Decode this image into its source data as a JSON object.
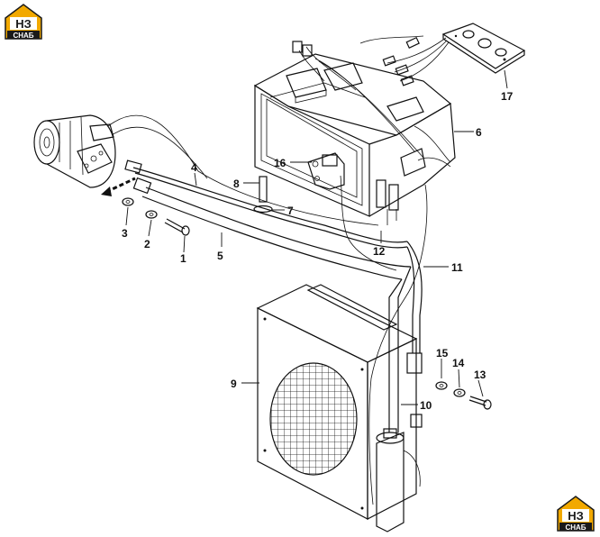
{
  "logo": {
    "letters": "НЗ",
    "wordmark": "СНАБ",
    "accent_color": "#f2a900",
    "dark_color": "#1a1a1a"
  },
  "callouts": [
    {
      "id": "1",
      "text": "1"
    },
    {
      "id": "2",
      "text": "2"
    },
    {
      "id": "3",
      "text": "3"
    },
    {
      "id": "4",
      "text": "4"
    },
    {
      "id": "5",
      "text": "5"
    },
    {
      "id": "6",
      "text": "6"
    },
    {
      "id": "7",
      "text": "7"
    },
    {
      "id": "8",
      "text": "8"
    },
    {
      "id": "9",
      "text": "9"
    },
    {
      "id": "10",
      "text": "10"
    },
    {
      "id": "11",
      "text": "11"
    },
    {
      "id": "12",
      "text": "12"
    },
    {
      "id": "13",
      "text": "13"
    },
    {
      "id": "14",
      "text": "14"
    },
    {
      "id": "15",
      "text": "15"
    },
    {
      "id": "16",
      "text": "16"
    },
    {
      "id": "17",
      "text": "17"
    }
  ]
}
